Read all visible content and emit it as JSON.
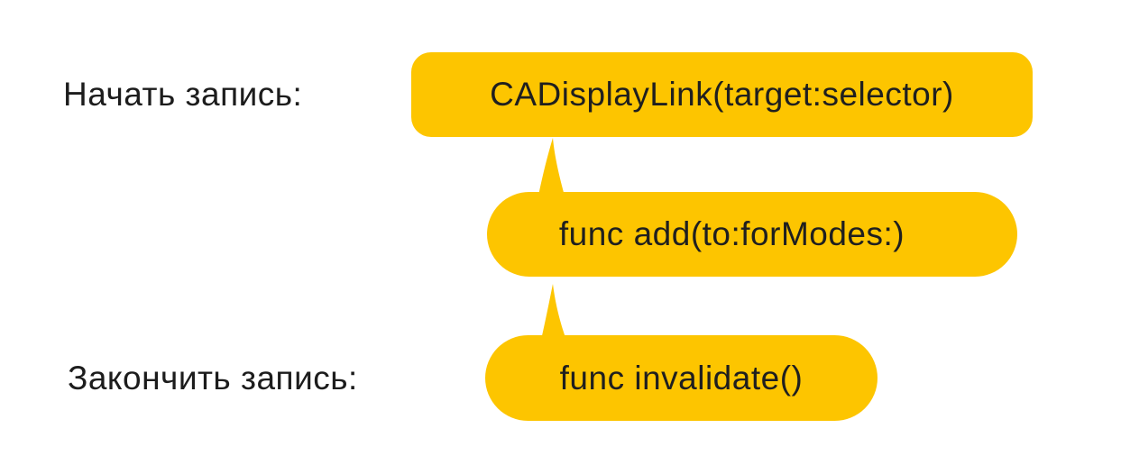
{
  "colors": {
    "bubble_fill": "#FDC500",
    "text_dark": "#1F1F1F",
    "label_color": "#1C1C1C",
    "background": "#FFFFFF"
  },
  "labels": {
    "start_recording": "Начать запись:",
    "stop_recording": "Закончить запись:"
  },
  "bubbles": {
    "display_link": {
      "text": "CADisplayLink(target:selector)"
    },
    "add": {
      "text": "func add(to:forModes:)"
    },
    "invalidate": {
      "text": "func invalidate()"
    }
  }
}
